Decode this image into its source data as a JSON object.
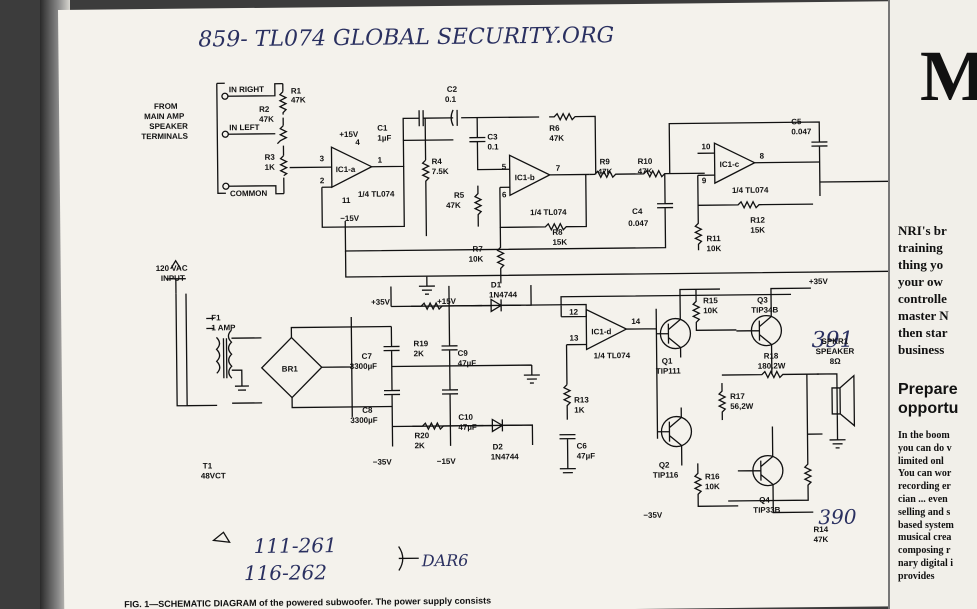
{
  "handwriting": {
    "top_note": "859- TL074   GLOBAL   SECURITY.ORG",
    "mark_q3": "391",
    "mark_q4": "390",
    "bottom_line1": "111-261",
    "bottom_line2": "116-262",
    "bottom_tag": "DAR6"
  },
  "caption": "FIG. 1—SCHEMATIC DIAGRAM of the powered subwoofer. The power supply consists",
  "schematic": {
    "source": {
      "line1": "FROM",
      "line2": "MAIN AMP",
      "line3": "SPEAKER",
      "line4": "TERMINALS"
    },
    "in_right": "IN RIGHT",
    "in_left": "IN LEFT",
    "common": "COMMON",
    "r1": "R1",
    "r1v": "47K",
    "r2": "R2",
    "r2v": "47K",
    "r3": "R3",
    "r3v": "1K",
    "c1": "C1",
    "c1v": "1µF",
    "c2": "C2",
    "c2v": "0.1",
    "c3": "C3",
    "c3v": "0.1",
    "r4": "R4",
    "r4v": "7.5K",
    "r5": "R5",
    "r5v": "47K",
    "r6": "R6",
    "r6v": "47K",
    "r7": "R7",
    "r7v": "10K",
    "r8": "R8",
    "r8v": "15K",
    "r9": "R9",
    "r9v": "47K",
    "r10": "R10",
    "r10v": "47K",
    "c4": "C4",
    "c4v": "0.047",
    "c5": "C5",
    "c5v": "0.047",
    "r11": "R11",
    "r11v": "10K",
    "r12": "R12",
    "r12v": "15K",
    "ic1a": "IC1-a",
    "ic1b": "IC1-b",
    "ic1c": "IC1-c",
    "ic1d": "IC1-d",
    "ic_part": "1/4 TL074",
    "p15": "+15V",
    "m15": "−15V",
    "vac1": "120 VAC",
    "vac2": "INPUT",
    "f1": "F1",
    "f1v": "1 AMP",
    "t1": "T1",
    "t1v": "48VCT",
    "br1": "BR1",
    "c7": "C7",
    "c7v": "3300µF",
    "c8": "C8",
    "c8v": "3300µF",
    "r19": "R19",
    "r19v": "2K",
    "r20": "R20",
    "r20v": "2K",
    "c9": "C9",
    "c9v": "47µF",
    "c10": "C10",
    "c10v": "47µF",
    "d1": "D1",
    "d1v": "1N4744",
    "d2": "D2",
    "d2v": "1N4744",
    "rail_p35": "+35V",
    "rail_p15": "+15V",
    "rail_m35": "−35V",
    "rail_m15": "−15V",
    "r13": "R13",
    "r13v": "1K",
    "c6": "C6",
    "c6v": "47µF",
    "q1": "Q1",
    "q1v": "TIP111",
    "q2": "Q2",
    "q2v": "TIP116",
    "q3": "Q3",
    "q3v": "TIP34B",
    "q4": "Q4",
    "q4v": "TIP33B",
    "r15": "R15",
    "r15v": "10K",
    "r16": "R16",
    "r16v": "10K",
    "r17": "R17",
    "r17v": "56,2W",
    "r18": "R18",
    "r18v": "180,2W",
    "r14": "R14",
    "r14v": "47K",
    "spk1": "SPKR1",
    "spk2": "SPEAKER",
    "spk3": "8Ω",
    "out_p35": "+35V",
    "out_m35": "−35V",
    "pins": {
      "p1": "1",
      "p2": "2",
      "p3": "3",
      "p4": "4",
      "p5": "5",
      "p6": "6",
      "p7": "7",
      "p8": "8",
      "p9": "9",
      "p10": "10",
      "p11": "11",
      "p12": "12",
      "p13": "13",
      "p14": "14"
    }
  },
  "right_column": {
    "big_letter": "M",
    "lines": [
      "NRI's br",
      "training",
      "thing yo",
      "your ow",
      "controlle",
      "master N",
      "then star",
      "business"
    ],
    "head1": "Prepare",
    "head2": "opportu",
    "small": [
      "In the boom",
      "you can do v",
      "limited onl",
      "You can wor",
      "recording er",
      "cian ... even",
      "selling and s",
      "based system",
      "musical crea",
      "composing r",
      "nary digital i",
      "provides"
    ]
  }
}
